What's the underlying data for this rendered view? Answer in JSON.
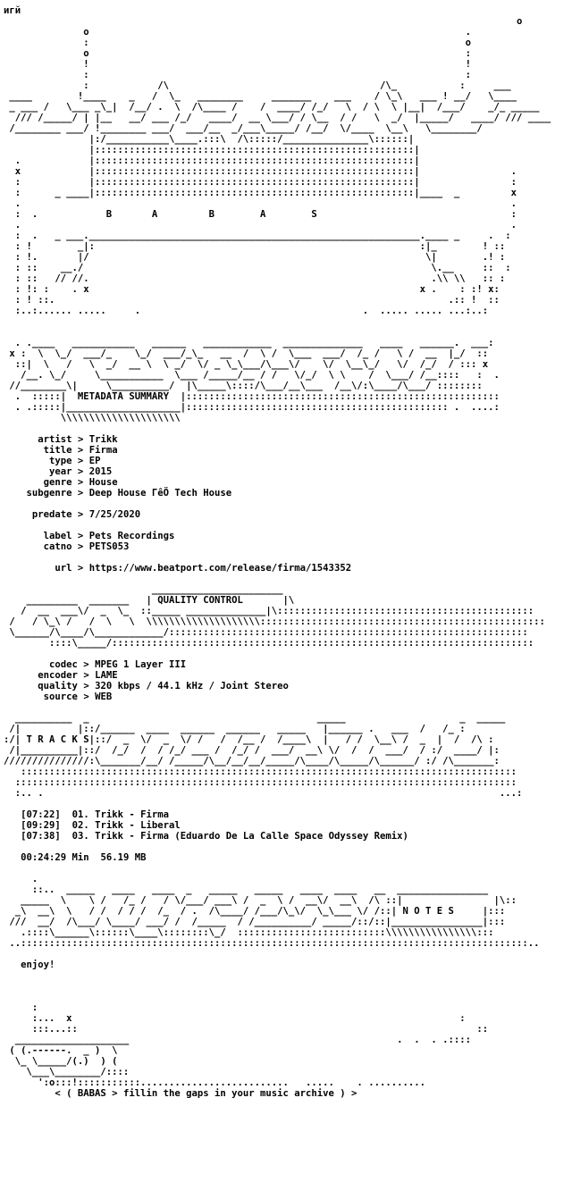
{
  "colors": {
    "background": "#ffffff",
    "text": "#000000"
  },
  "corner_mark": "игй",
  "art": {
    "header_logo": "                                                                                          o\n              o                                                                  .\n              :                                                                  o\n              o                                                                  :\n              !                                                                  !\n              :                                                                  :\n              :            /\\                                     /\\_           :     ___\n ____        !____    _   /  \\_   ________     _______    ___    / \\_\\   ___ ! __/   \\____\n _ ___ /   \\___ _\\_|  /__/ .  \\  /\\____ /    /  ____/ /_/   \\  / \\  \\ |__|  /___/    _/_ _____\n  /// /_____/ | |__   __/ ___ /_/   ____/  __ \\___/ / \\__  / /   \\  _/  |_____/   ____/ /// ____\n /________ ___/ !________ ___/  ___/__  _/___\\_____/ /__/  \\/____  \\__\\   \\________/\n               |:/___________\\____.:::\\  /\\:::::/_______________\\::::::|\n               |::::::::::::::::::::::::::::::::::::::::::::::::::::::::|\n  .            |::::::::::::::::::::::::::::::::::::::::::::::::::::::::|\n  x            |::::::::::::::::::::::::::::::::::::::::::::::::::::::::|                .\n  :            |::::::::::::::::::::::::::::::::::::::::::::::::::::::::|                :\n  :      _ ____|::::::::::::::::::::::::::::::::::::::::::::::::::::::::|____  _         x\n  .                                                                                      .\n  :  .            B       A         B        A        S                                  :\n  .                                                                                      .\n  :  .   _ ___.__________________________________________________________.____ _     .  :\n  : !        _|:                                                         :|_        ! ::\n  : !.       |/                                                           \\|        .! :\n  : ::    __./                                                             \\.__     ::  :\n  : ::   // //.                                                            .\\\\ \\\\   :: :\n  : !: :    . x                                                          x .    : :! x:\n  : ! ::.                                                                     .:: !  ::\n  :..:...... .....     .                                       .  ..... ..... ...:..:\n",
    "metadata_header": "  . .____   ___________   ______   ____________  ______________   ____   ______.  ___:\n x :  \\  \\_/  ___/_    \\_/  ___/_\\_   __  /  \\ /  \\___  ___/  /_ /   \\ /  __  |_/  ::\n  ::|  \\   /   \\  _/  __ \\  \\ _/  \\/ _ \\_\\___/\\___\\/    \\/  \\__\\_/   \\/  /_/  / ::: x\n   /__. \\_/     \\___________  \\___ /_____/__ / /   \\/_/  \\ \\    /  \\___/ /__::::   :  .\n //________\\|     \\__________/  |\\_____\\::::/\\___/__\\___  /__\\/:\\____/\\___/ ::::::::\n  .  :::::|  METADATA SUMMARY  |:::::::::::::::::::::::::::::::::::::::::::::::::::::::\n  . .:::::|____________________|:::::::::::::::::::::::::::::::::::::::::::::: .  ....:\n          \\\\\\\\\\\\\\\\\\\\\\\\\\\\\\\\\\\\\\\\\\\n",
    "quality_header": "                          _______________________\n    _________  _______   | QUALITY CONTROL       |\\\n   /  __  ___\\/  _  \\_  ::_____ ______________|\\:::::::::::::::::::::::::::::::::::::::::::::\n /   / \\_\\ /   /  \\   \\  \\\\\\\\\\\\\\\\\\\\\\\\\\\\\\\\\\\\\\\\::::::::::::::::::::::::::::::::::::::::::::::::::\n \\______/\\____/\\____________/:::::::::::::::::::::::::::::::::::::::::::::::::::::::::::::::\n        ::::\\_____/::::::::::::::::::::::::::::::::::::::::::::::::::::::::::::::::::::::::::\n",
    "tracks_header": "  __________  _                                        _____                    _  _____\n /|          |::/______  ____  ______  ______   _____   |______ .   ___  /   /_ :\n:/| T R A C K S|::/  _  \\/  _  \\/ /   /  /__ /  /____\\  |   / /  \\__\\ /  _  |  /  /\\ :\n /|__________|::/  /_/  /  / /_/ ___ /  /_/ /  ___/  __\\ \\/  /  /  ___/  / :/  ____/ |:\n///////////////:\\_______/__/ /_____/\\__/__/__/_____/\\____/\\_____/\\______/ :/ /\\_______:\n   :::::::::::::::::::::::::::::::::::::::::::::::::::::::::::::::::::::::::::::::::::::::\n  ::::::::::::::::::::::::::::::::::::::::::::::::::::::::::::::::::::::::::::::::::::::::\n  :.. .                                                                                ...:\n",
    "notes_header": "     .\n     ::..  _____   ____   ____  _   _____   _____   ____  ____   __  ________________\n   _____  \\    \\ /   /_ /   / \\/___/ ___\\ /  _  \\ /  __\\/  __\\  /\\ ::|                |\\::\n  _\\  __\\  \\   / /  / / /  /_  / .  /\\____/ /___/\\_\\/  \\_\\___ \\/ /::| N O T E S     |:::\n ///  __/  /\\___/ \\____/ ___/ /  /_____  / /__________/ _____/::/::|________________|:::\n   .::::\\______\\::::::\\____\\::::::::\\_/  ::::::::::::::::::::::::::\\\\\\\\\\\\\\\\\\\\\\\\\\\\\\\\:::\n ..:::::::::::::::::::::::::::::::::::::::::::::::::::::::::::::::::::::::::::::::::::::::::..\n",
    "footer_art": "     :\n     :...  x                                                                    :\n     :::...::                                                                      ::\n  ____________________                                               .  .  . .::::\n ( (.------.  _ )  \\\n  \\_ \\_____/(.)  ) (                                                         \n    \\___\\________/::::\n      ':o:::!:::::::::::..........................   .....    . ..........\n"
  },
  "metadata": {
    "rows": [
      {
        "key": "artist",
        "value": "Trikk"
      },
      {
        "key": "title",
        "value": "Firma"
      },
      {
        "key": "type",
        "value": "EP"
      },
      {
        "key": "year",
        "value": "2015"
      },
      {
        "key": "genre",
        "value": "House"
      },
      {
        "key": "subgenre",
        "value": "Deep House ГêÖ Tech House"
      }
    ],
    "predate": {
      "key": "predate",
      "value": "7/25/2020"
    },
    "label": {
      "key": "label",
      "value": "Pets Recordings"
    },
    "catno": {
      "key": "catno",
      "value": "PETS053"
    },
    "url": {
      "key": "url",
      "value": "https://www.beatport.com/release/firma/1543352"
    }
  },
  "quality": {
    "rows": [
      {
        "key": "codec",
        "value": "MPEG 1 Layer III"
      },
      {
        "key": "encoder",
        "value": "LAME"
      },
      {
        "key": "quality",
        "value": "320 kbps / 44.1 kHz / Joint Stereo"
      },
      {
        "key": "source",
        "value": "WEB"
      }
    ]
  },
  "tracks": {
    "items": [
      {
        "time": "[07:22]",
        "number": "01.",
        "artist": "Trikk",
        "title": "Firma"
      },
      {
        "time": "[09:29]",
        "number": "02.",
        "artist": "Trikk",
        "title": "Liberal"
      },
      {
        "time": "[07:38]",
        "number": "03.",
        "artist": "Trikk",
        "title": "Firma (Eduardo De La Calle Space Odyssey Remix)"
      }
    ],
    "total_time": "00:24:29 Min",
    "total_size": "56.19 MB"
  },
  "notes": {
    "text": "enjoy!"
  },
  "footer": {
    "tagline": "< ( BABAS > fillin the gaps in your music archive ) >"
  }
}
